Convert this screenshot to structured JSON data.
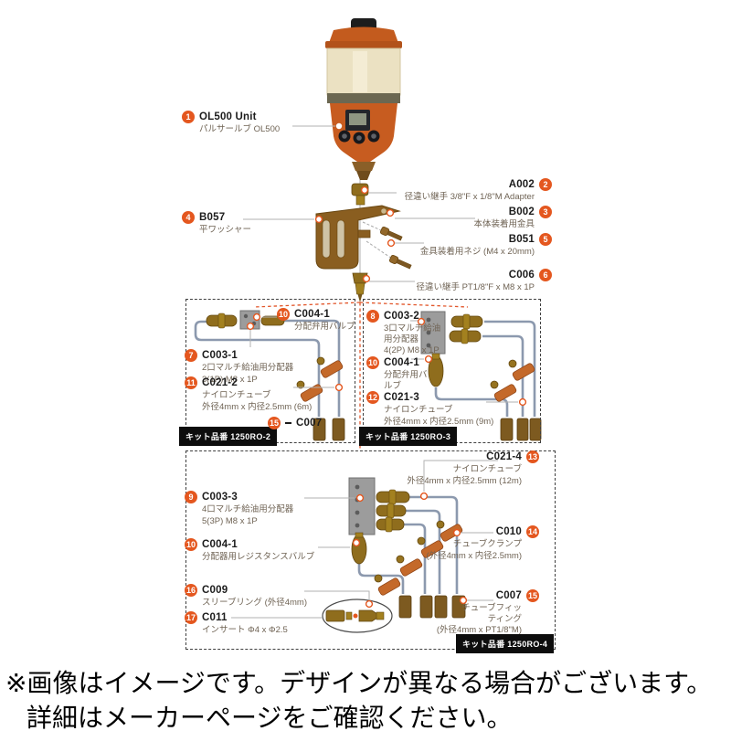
{
  "disclaimer": {
    "line1": "※画像はイメージです。デザインが異なる場合がございます。",
    "line2": "詳細はメーカーページをご確認ください。"
  },
  "colors": {
    "accent_orange": "#e4571f",
    "unit_orange": "#c75c20",
    "reservoir_cream": "#ebe1c2",
    "tube_blue_gray": "#8c99ae",
    "brass": "#8f6d1d",
    "kit_label_bg": "#0d0d0d"
  },
  "parts": {
    "p1": {
      "num": "1",
      "code": "OL500 Unit",
      "desc": "パルサールブ OL500"
    },
    "p2": {
      "num": "2",
      "code": "A002",
      "desc": "径違い継手 3/8\"F x 1/8\"M Adapter"
    },
    "p3": {
      "num": "3",
      "code": "B002",
      "desc": "本体装着用金具"
    },
    "p4": {
      "num": "4",
      "code": "B057",
      "desc": "平ワッシャー"
    },
    "p5": {
      "num": "5",
      "code": "B051",
      "desc": "金具装着用ネジ (M4 x 20mm)"
    },
    "p6": {
      "num": "6",
      "code": "C006",
      "desc": "径違い継手 PT1/8\"F x M8 x 1P"
    },
    "p7": {
      "num": "7",
      "code": "C003-1",
      "desc1": "2口マルチ給油用分配器",
      "desc2": "3(1P) M8 x 1P"
    },
    "p8": {
      "num": "8",
      "code": "C003-2",
      "desc1": "3口マルチ給油用分配器",
      "desc2": "4(2P) M8 x 1P"
    },
    "p9": {
      "num": "9",
      "code": "C003-3",
      "desc1": "4口マルチ給油用分配器",
      "desc2": "5(3P) M8 x 1P"
    },
    "p10_left": {
      "num": "10",
      "code": "C004-1",
      "desc": "分配弁用バルブ"
    },
    "p10_right": {
      "num": "10",
      "code": "C004-1",
      "desc": "分配弁用バルブ"
    },
    "p10_bottom": {
      "num": "10",
      "code": "C004-1",
      "desc": "分配器用レジスタンスバルブ"
    },
    "p11": {
      "num": "11",
      "code": "C021-2",
      "desc1": "ナイロンチューブ",
      "desc2": "外径4mm x 内径2.5mm (6m)"
    },
    "p12": {
      "num": "12",
      "code": "C021-3",
      "desc1": "ナイロンチューブ",
      "desc2": "外径4mm x 内径2.5mm (9m)"
    },
    "p13": {
      "num": "13",
      "code": "C021-4",
      "desc1": "ナイロンチューブ",
      "desc2": "外径4mm x 内径2.5mm (12m)"
    },
    "p14": {
      "num": "14",
      "code": "C010",
      "desc1": "チューブクランプ",
      "desc2": "(外径4mm x 内径2.5mm)"
    },
    "p15_left": {
      "num": "15",
      "code": "C007"
    },
    "p15_bottom": {
      "num": "15",
      "code": "C007",
      "desc1": "チューブフィッティング",
      "desc2": "(外径4mm x PT1/8\"M)"
    },
    "p16": {
      "num": "16",
      "code": "C009",
      "desc": "スリーブリング (外径4mm)"
    },
    "p17": {
      "num": "17",
      "code": "C011",
      "desc": "インサート Φ4 x Φ2.5"
    }
  },
  "kits": {
    "kit2": "キット品番 1250RO-2",
    "kit3": "キット品番 1250RO-3",
    "kit4": "キット品番 1250RO-4"
  }
}
